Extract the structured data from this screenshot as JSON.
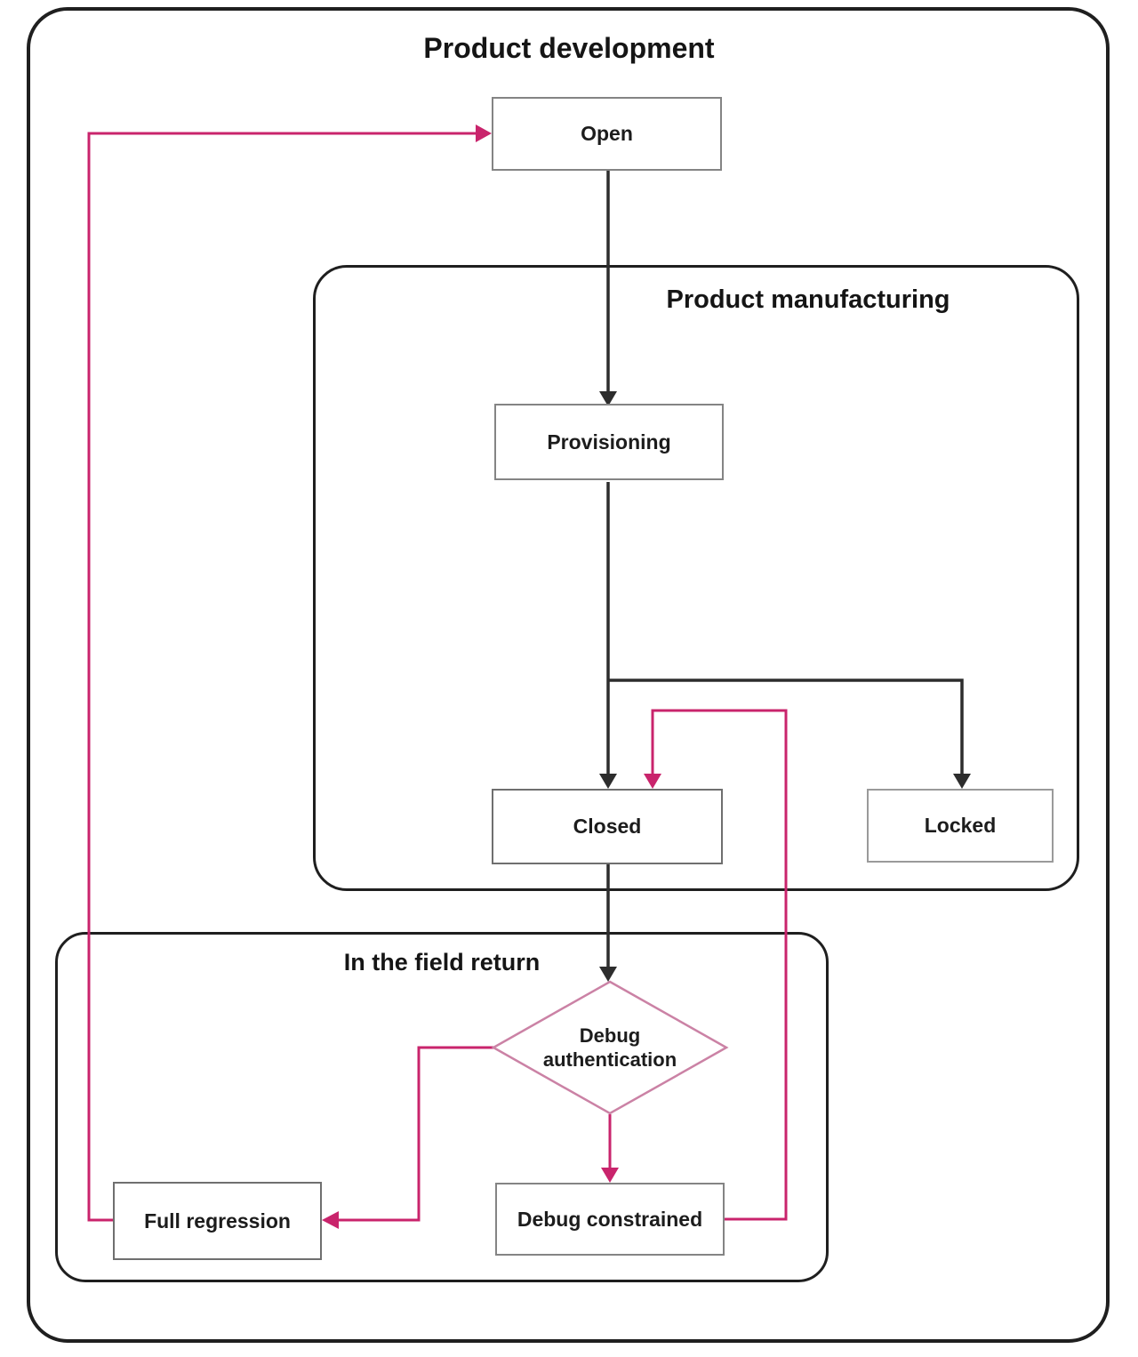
{
  "diagram": {
    "title": "Product development",
    "containers": {
      "manufacturing": {
        "title": "Product manufacturing"
      },
      "field_return": {
        "title": "In the field return"
      }
    },
    "nodes": {
      "open": {
        "label": "Open",
        "shape": "rect"
      },
      "provisioning": {
        "label": "Provisioning",
        "shape": "rect"
      },
      "closed": {
        "label": "Closed",
        "shape": "rect"
      },
      "locked": {
        "label": "Locked",
        "shape": "rect"
      },
      "debug_authentication": {
        "label": "Debug authentication",
        "shape": "diamond"
      },
      "debug_constrained": {
        "label": "Debug constrained",
        "shape": "rect"
      },
      "full_regression": {
        "label": "Full regression",
        "shape": "rect"
      }
    },
    "edges": [
      {
        "from": "open",
        "to": "provisioning",
        "color": "black"
      },
      {
        "from": "provisioning",
        "to": "closed",
        "color": "black"
      },
      {
        "from": "provisioning",
        "to": "locked",
        "color": "black"
      },
      {
        "from": "closed",
        "to": "debug_authentication",
        "color": "black"
      },
      {
        "from": "debug_authentication",
        "to": "debug_constrained",
        "color": "pink"
      },
      {
        "from": "debug_authentication",
        "to": "full_regression",
        "color": "pink"
      },
      {
        "from": "debug_constrained",
        "to": "closed",
        "color": "pink"
      },
      {
        "from": "full_regression",
        "to": "open",
        "color": "pink"
      }
    ],
    "colors": {
      "flow_black": "#2d2d2d",
      "flow_pink": "#c9246c",
      "diamond_stroke": "#cb82a5",
      "box_border": "#848484",
      "container_border": "#1f1f1f"
    }
  }
}
